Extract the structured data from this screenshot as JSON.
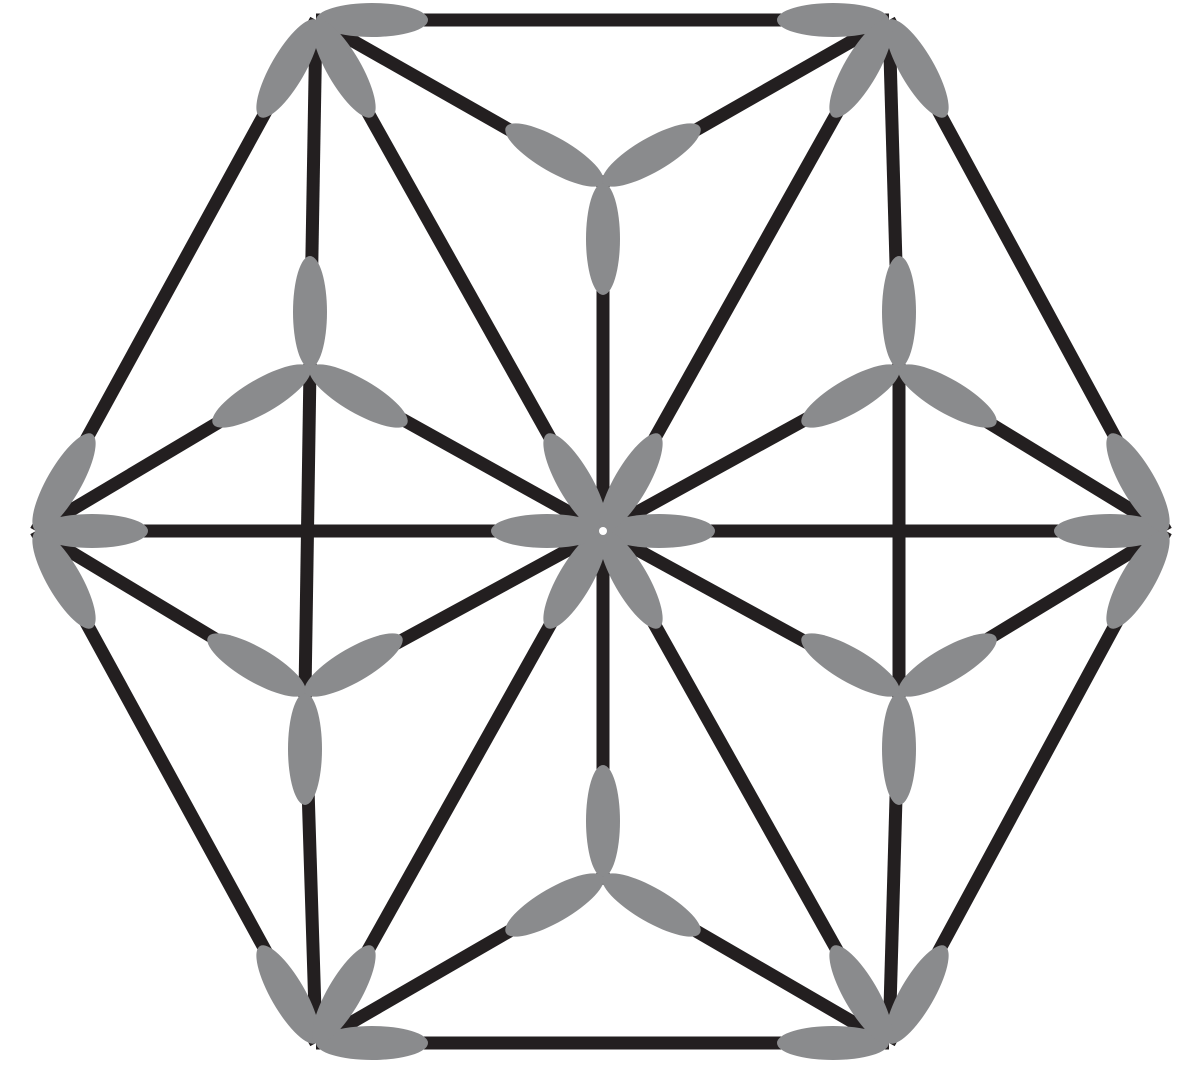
{
  "colors": {
    "background": "#ffffff",
    "edge": "#231f20",
    "petal": "#8a8b8d",
    "center_dot": "#ffffff"
  },
  "diagram": {
    "description_shape": "hexagon",
    "nodes": [
      {
        "id": "center",
        "petals": 6
      },
      {
        "id": "left",
        "petals": 3
      },
      {
        "id": "right",
        "petals": 3
      },
      {
        "id": "top-left-corner",
        "petals": 3
      },
      {
        "id": "top-right-corner",
        "petals": 3
      },
      {
        "id": "bottom-left-corner",
        "petals": 3
      },
      {
        "id": "bottom-right-corner",
        "petals": 3
      },
      {
        "id": "inner-top",
        "petals": 3
      },
      {
        "id": "inner-bottom",
        "petals": 3
      },
      {
        "id": "inner-upper-left",
        "petals": 3
      },
      {
        "id": "inner-upper-right",
        "petals": 3
      },
      {
        "id": "inner-lower-left",
        "petals": 3
      },
      {
        "id": "inner-lower-right",
        "petals": 3
      }
    ],
    "edges": [
      [
        "top-left-corner",
        "top-right-corner"
      ],
      [
        "top-right-corner",
        "right"
      ],
      [
        "right",
        "bottom-right-corner"
      ],
      [
        "bottom-right-corner",
        "bottom-left-corner"
      ],
      [
        "bottom-left-corner",
        "left"
      ],
      [
        "left",
        "top-left-corner"
      ],
      [
        "left",
        "right"
      ],
      [
        "inner-top",
        "inner-bottom"
      ],
      [
        "top-left-corner",
        "bottom-right-corner"
      ],
      [
        "top-right-corner",
        "bottom-left-corner"
      ],
      [
        "top-left-corner",
        "inner-upper-left"
      ],
      [
        "inner-upper-left",
        "inner-lower-left"
      ],
      [
        "inner-lower-left",
        "bottom-left-corner"
      ],
      [
        "top-right-corner",
        "inner-upper-right"
      ],
      [
        "inner-upper-right",
        "inner-lower-right"
      ],
      [
        "inner-lower-right",
        "bottom-right-corner"
      ],
      [
        "top-left-corner",
        "inner-top"
      ],
      [
        "inner-top",
        "top-right-corner"
      ],
      [
        "bottom-left-corner",
        "inner-bottom"
      ],
      [
        "inner-bottom",
        "bottom-right-corner"
      ],
      [
        "left",
        "inner-upper-left"
      ],
      [
        "inner-upper-left",
        "center"
      ],
      [
        "center",
        "inner-lower-right"
      ],
      [
        "inner-lower-right",
        "right"
      ],
      [
        "right",
        "inner-upper-right"
      ],
      [
        "inner-upper-right",
        "center"
      ],
      [
        "center",
        "inner-lower-left"
      ],
      [
        "inner-lower-left",
        "left"
      ]
    ]
  }
}
